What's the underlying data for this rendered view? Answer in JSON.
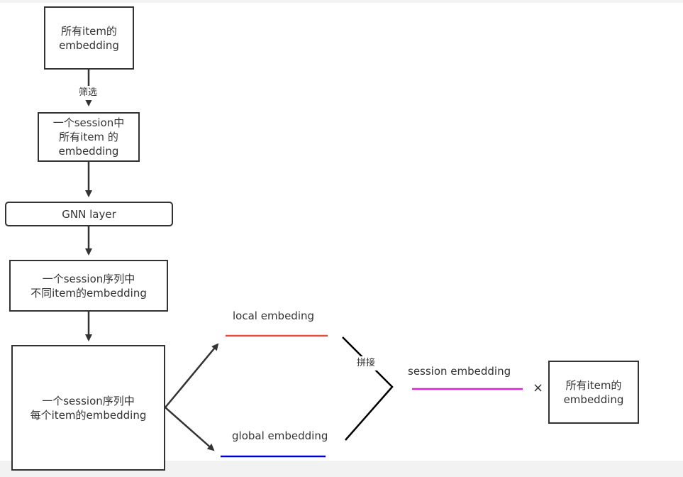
{
  "nodes": {
    "all_items": {
      "line1": "所有item的",
      "line2": "embedding"
    },
    "session_items": {
      "line1": "一个session中",
      "line2": "所有item 的",
      "line3": "embedding"
    },
    "gnn": {
      "label": "GNN layer"
    },
    "seq_diff": {
      "line1": "一个session序列中",
      "line2": "不同item的embedding"
    },
    "seq_each": {
      "line1": "一个session序列中",
      "line2": "每个item的embedding"
    },
    "local": {
      "label": "local embeding"
    },
    "global": {
      "label": "global embedding"
    },
    "session": {
      "label": "session embedding"
    },
    "all_items_right": {
      "line1": "所有item的",
      "line2": "embedding"
    }
  },
  "edge_labels": {
    "filter": "筛选",
    "concat": "拼接"
  },
  "operator": "×",
  "colors": {
    "local_line": "#e74c3c",
    "global_line": "#0000cc",
    "session_line": "#e020e0",
    "stroke": "#333333"
  }
}
